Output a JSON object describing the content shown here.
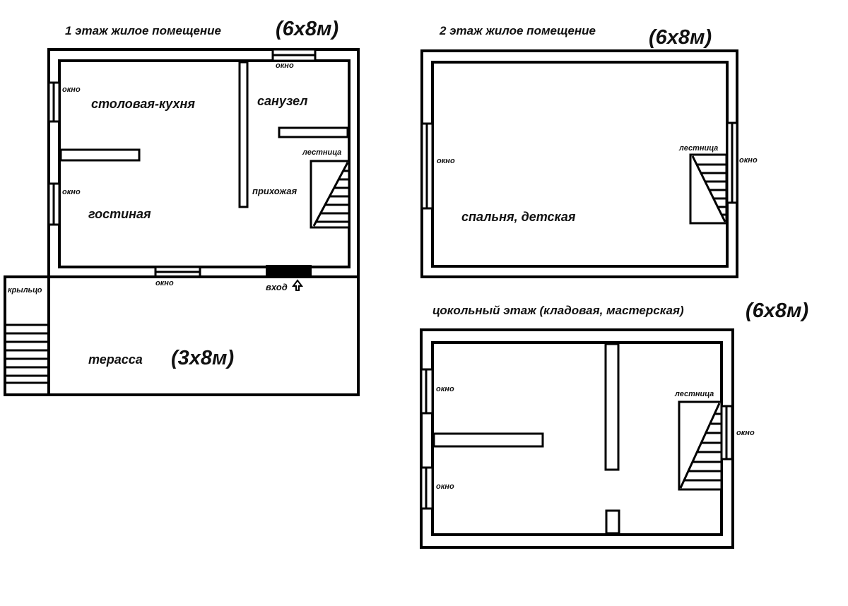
{
  "floor1": {
    "title": "1 этаж  жилое помещение",
    "size": "(6х8м)",
    "rooms": {
      "dining_kitchen": "столовая-кухня",
      "bathroom": "санузел",
      "living_room": "гостиная",
      "hallway": "прихожая",
      "stairs": "лестница",
      "terrace": "терасса",
      "porch": "крыльцо"
    },
    "window_label": "окно",
    "entrance": "вход",
    "terrace_size": "(3х8м)"
  },
  "floor2": {
    "title": "2 этаж   жилое помещение",
    "size": "(6х8м)",
    "rooms": {
      "bedroom": "спальня, детская",
      "stairs": "лестница"
    },
    "window_label": "окно"
  },
  "basement": {
    "title": "цокольный этаж (кладовая, мастерская)",
    "size": "(6х8м)",
    "rooms": {
      "stairs": "лестница"
    },
    "window_label": "окно"
  }
}
